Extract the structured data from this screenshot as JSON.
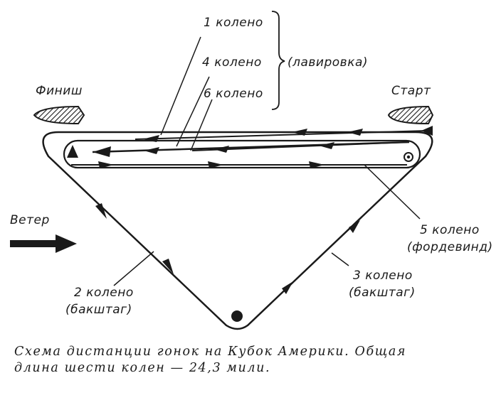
{
  "labels": {
    "leg1": "1 колено",
    "leg4": "4 колено",
    "leg6": "6 колено",
    "beating": "(лавировка)",
    "finish": "Финиш",
    "start": "Старт",
    "wind": "Ветер",
    "leg5": "5 колено",
    "leg5_type": "(фордевинд)",
    "leg3": "3 колено",
    "leg3_type": "(бакштаг)",
    "leg2": "2 колено",
    "leg2_type": "(бакштаг)"
  },
  "caption": {
    "line1": "Схема дистанции гонок на Кубок Америки. Общая",
    "line2": "длина шести колен — 24,3 мили."
  },
  "colors": {
    "ink": "#1a1a1a",
    "paper": "#ffffff"
  }
}
